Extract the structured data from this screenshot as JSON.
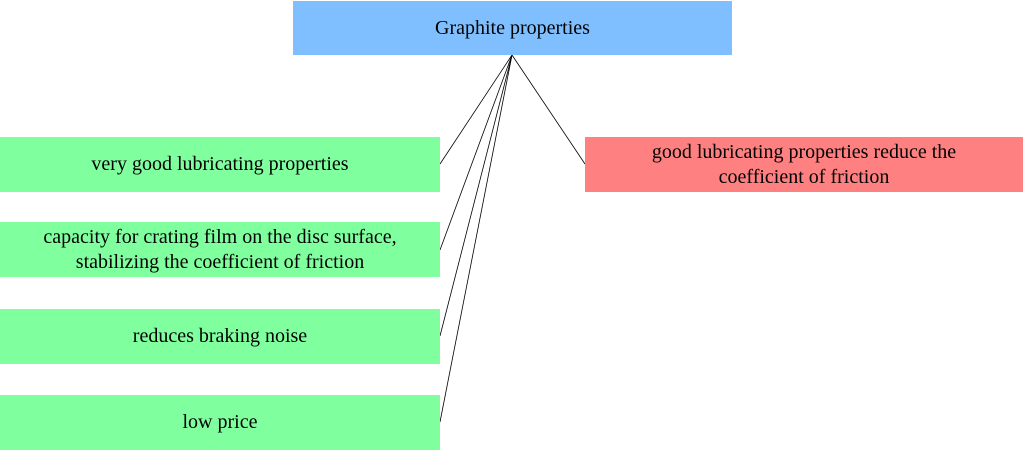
{
  "root": {
    "label": "Graphite properties",
    "color": "#80bfff"
  },
  "left_nodes": [
    {
      "label": "very good lubricating properties"
    },
    {
      "label": "capacity for crating film on the disc surface, stabilizing the coefficient of friction"
    },
    {
      "label": "reduces braking noise"
    },
    {
      "label": "low price"
    }
  ],
  "right_node": {
    "label": "good lubricating properties reduce the coefficient of friction",
    "color": "#ff8080"
  },
  "colors": {
    "green": "#80ff9f"
  }
}
